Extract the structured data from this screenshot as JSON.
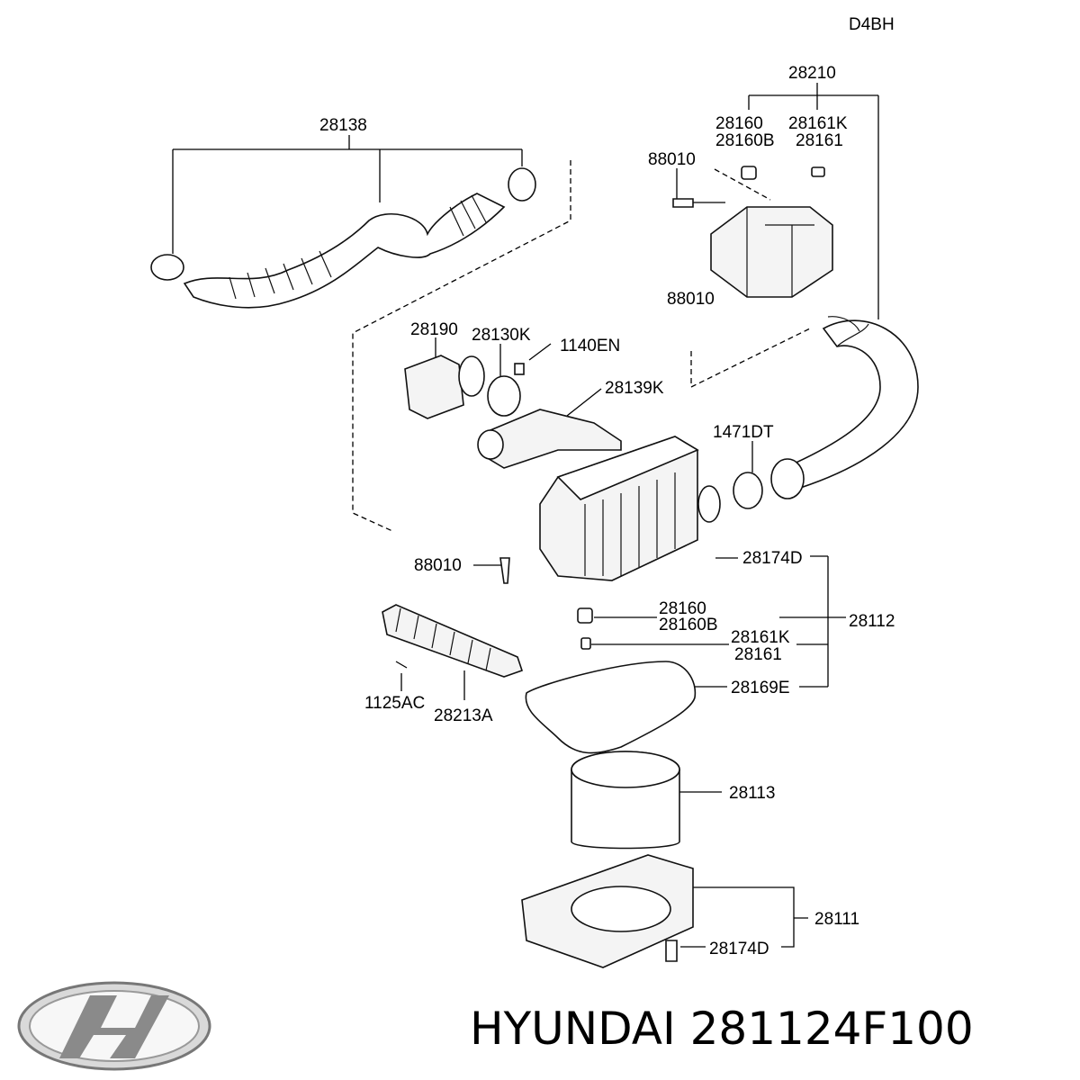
{
  "engine_code": "D4BH",
  "part_labels": {
    "p28210": "28210",
    "p28138": "28138",
    "p28160_top": "28160",
    "p28160b_top": "28160B",
    "p28161k_top": "28161K",
    "p28161_top": "28161",
    "p88010_a": "88010",
    "p88010_b": "88010",
    "p88010_c": "88010",
    "p28190": "28190",
    "p28130k": "28130K",
    "p1140en": "1140EN",
    "p28139k": "28139K",
    "p1471dt": "1471DT",
    "p28174d_a": "28174D",
    "p28160_mid": "28160",
    "p28160b_mid": "28160B",
    "p28112": "28112",
    "p28161k_mid": "28161K",
    "p28161_mid": "28161",
    "p1125ac": "1125AC",
    "p28213a": "28213A",
    "p28169e": "28169E",
    "p28113": "28113",
    "p28111": "28111",
    "p28174d_b": "28174D"
  },
  "footer": {
    "brand_logo": "hyundai-logo",
    "caption": "HYUNDAI 281124F100"
  }
}
